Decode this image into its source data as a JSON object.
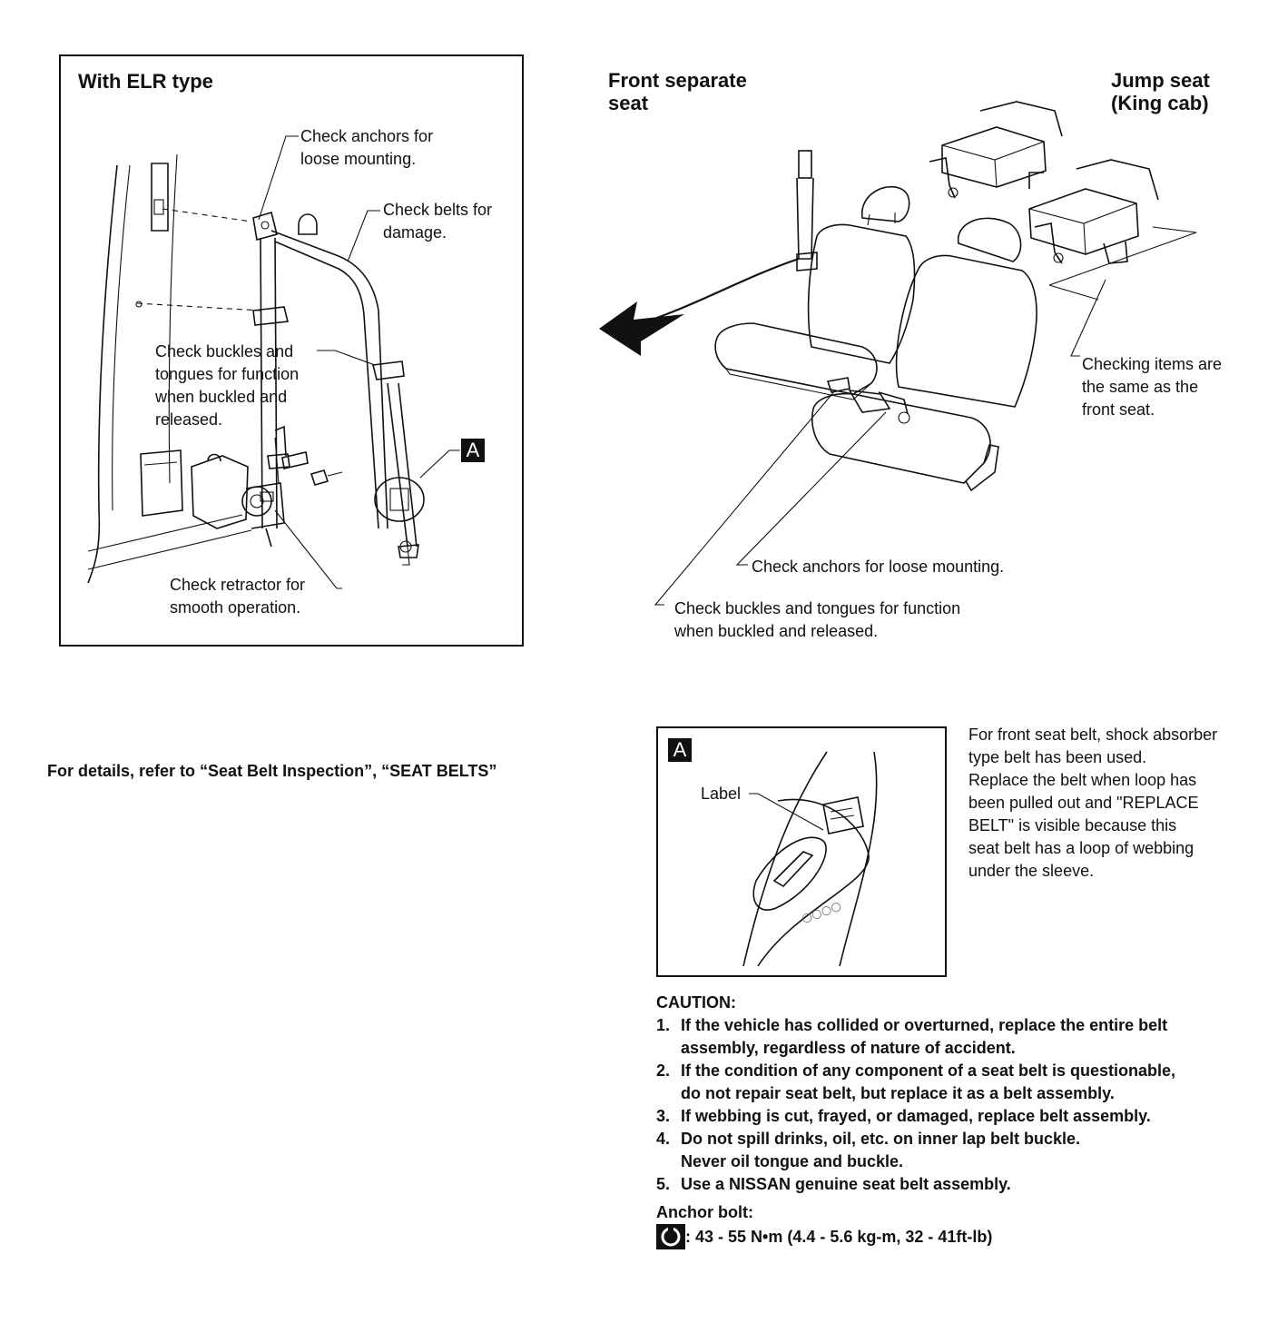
{
  "left_figure": {
    "title": "With ELR type",
    "callouts": [
      "Check anchors for\nloose mounting.",
      "Check belts for\ndamage.",
      "Check buckles and\ntongues for function\nwhen buckled and\nreleased.",
      "Check retractor for\nsmooth operation."
    ],
    "marker": "A"
  },
  "right_figure": {
    "title_left": "Front separate\nseat",
    "title_right": "Jump seat\n(King cab)",
    "callouts": [
      "Checking items are\nthe same as the\nfront seat.",
      "Check anchors for loose mounting.",
      "Check buckles and tongues for function\nwhen buckled and released."
    ]
  },
  "reference_text": "For details, refer to “Seat Belt Inspection”, “SEAT BELTS”",
  "detail_a": {
    "marker": "A",
    "label": "Label",
    "description": "For front seat belt, shock absorber\ntype belt has been used.\nReplace the belt when loop has\nbeen pulled out and \"REPLACE\nBELT\" is visible because this\nseat belt has a loop of webbing\nunder the sleeve."
  },
  "caution": {
    "heading": "CAUTION:",
    "items": [
      {
        "num": "1.",
        "text": "If the vehicle has collided or overturned, replace the entire belt\nassembly, regardless of nature of accident."
      },
      {
        "num": "2.",
        "text": "If the condition of any component of a seat belt is questionable,\ndo not repair seat belt, but replace it as a belt assembly."
      },
      {
        "num": "3.",
        "text": "If webbing is cut, frayed, or damaged, replace belt assembly."
      },
      {
        "num": "4.",
        "text": "Do not spill drinks, oil, etc. on inner lap belt buckle.\nNever oil tongue and buckle."
      },
      {
        "num": "5.",
        "text": "Use a NISSAN genuine seat belt assembly."
      }
    ],
    "anchor_heading": "Anchor bolt:",
    "torque": ": 43 - 55 N•m (4.4 - 5.6 kg-m, 32 - 41ft-lb)",
    "torque_icon": "torque-wrench-icon"
  }
}
